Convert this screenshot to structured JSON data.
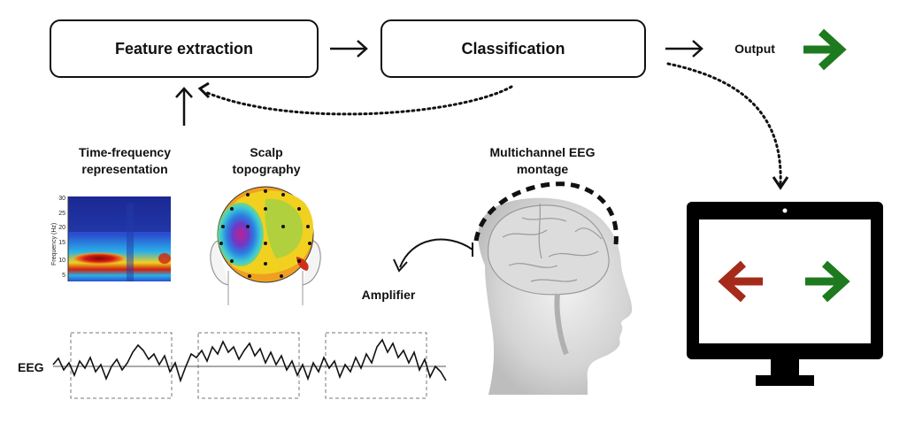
{
  "pipeline": {
    "feature_extraction": "Feature extraction",
    "classification": "Classification",
    "output": "Output"
  },
  "labels": {
    "time_frequency": "Time-frequency representation",
    "scalp_topography": "Scalp topography",
    "multichannel_montage": "Multichannel EEG montage",
    "amplifier": "Amplifier",
    "eeg": "EEG"
  },
  "spectrogram": {
    "axis_label": "Frequency (Hz)",
    "ticks": [
      "30",
      "25",
      "20",
      "15",
      "10",
      "5"
    ]
  },
  "icons": {
    "output": "green-right-arrow-icon",
    "monitor_left": "red-left-arrow-icon",
    "monitor_right": "green-right-arrow-icon"
  },
  "colors": {
    "green_arrow": "#1e7a1e",
    "red_arrow": "#a52a1a",
    "monitor": "#000000"
  }
}
